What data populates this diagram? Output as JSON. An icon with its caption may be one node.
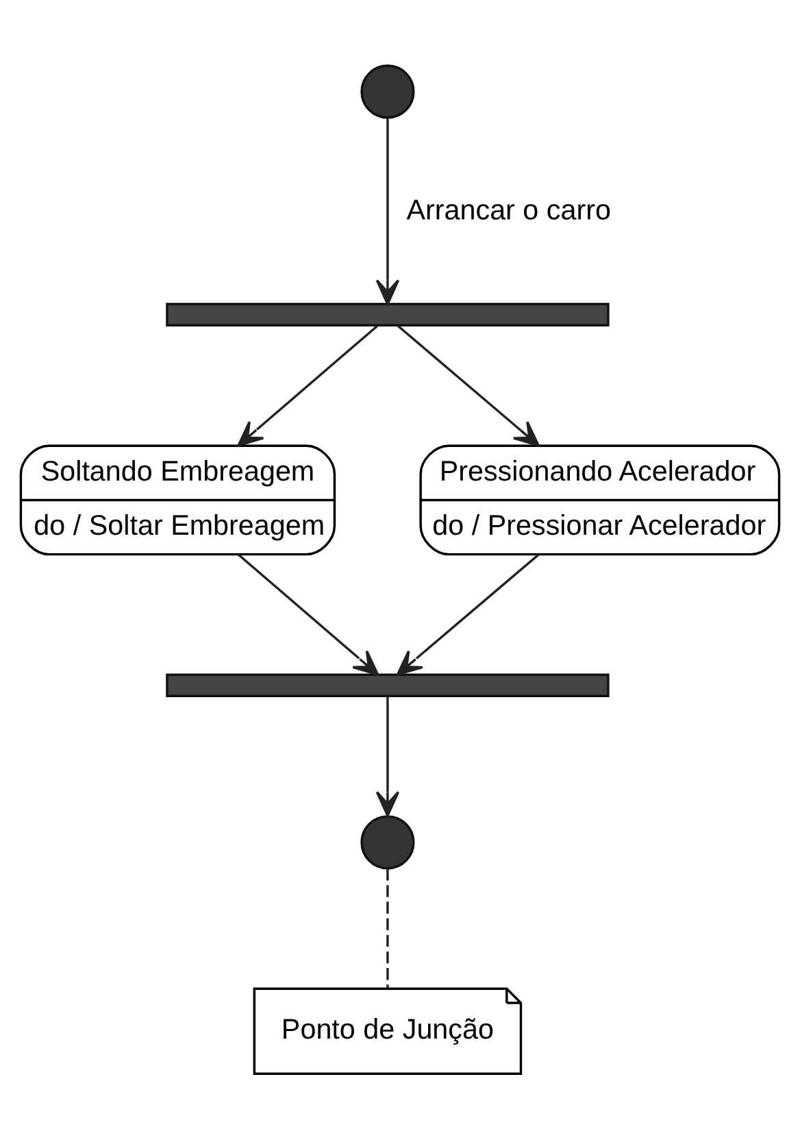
{
  "diagram": {
    "nodes": [
      {
        "text": [],
        "shape": "circle"
      },
      {
        "text": [],
        "shape": "bar"
      },
      {
        "text": [
          "Soltando Embreagem",
          "do / Soltar Embreagem"
        ]
      },
      {
        "text": [
          "Pressionando Acelerador",
          "do / Pressionar Acelerador"
        ]
      },
      {
        "text": [],
        "shape": "bar"
      },
      {
        "text": [],
        "shape": "circle"
      },
      {
        "text": [
          "Ponto de Junção"
        ]
      }
    ],
    "edges": [
      {
        "from": 0,
        "to": 1,
        "arrow": "to",
        "label": "Arrancar o carro"
      },
      {
        "from": 1,
        "to": 2,
        "arrow": "to"
      },
      {
        "from": 1,
        "to": 3,
        "arrow": "to"
      },
      {
        "from": 2,
        "to": 4,
        "arrow": "to"
      },
      {
        "from": 3,
        "to": 4,
        "arrow": "to"
      },
      {
        "from": 4,
        "to": 5,
        "arrow": "to"
      },
      {
        "from": 5,
        "to": 6,
        "arrow": "none",
        "style": "dashed"
      }
    ]
  }
}
